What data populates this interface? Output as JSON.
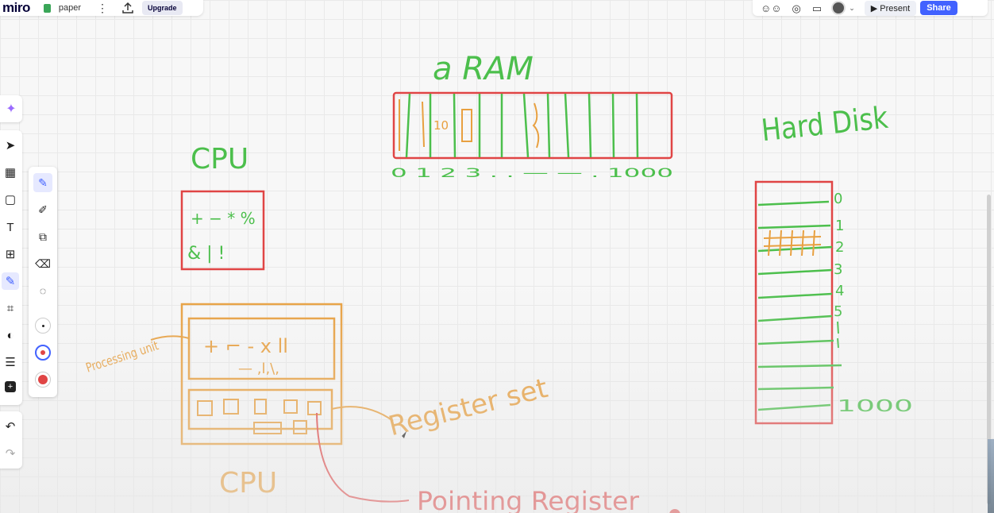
{
  "app": {
    "logo": "miro",
    "board_name": "paper",
    "upgrade_label": "Upgrade"
  },
  "header_right": {
    "icons": [
      "reactions-icon",
      "chat-icon",
      "video-icon",
      "avatar"
    ],
    "present_label": "Present",
    "share_label": "Share",
    "present_prefix": "▶"
  },
  "toolbar": {
    "tools": [
      "select-icon",
      "templates-icon",
      "sticky-note-icon",
      "text-icon",
      "shapes-icon",
      "pen-icon",
      "frame-icon",
      "apps-icon",
      "comment-icon",
      "more-icon"
    ],
    "active_tool": "pen-icon"
  },
  "pen_palette": {
    "tools": [
      "pen-icon",
      "highlighter-icon",
      "smart-drawing-icon",
      "eraser-icon",
      "lasso-icon"
    ],
    "colors": [
      "#222222",
      "#4262ff",
      "#e0402f"
    ],
    "selected_color": "#4262ff"
  },
  "canvas_text": {
    "ram_title": "a RAM",
    "ram_index_start": "0 1 2 3 . . — — . 1000",
    "ram_cell_value": "10",
    "cpu_title_top": "CPU",
    "cpu_ops_line1": "+ − * %",
    "cpu_ops_line2": "& | !",
    "processing_label": "Processing unit",
    "register_label": "Register set",
    "pointing_register_label": "Pointing Register",
    "cpu_title_bottom": "CPU",
    "disk_title": "Hard Disk",
    "disk_index": [
      "0",
      "1",
      "2",
      "3",
      "4",
      "5",
      "1000"
    ]
  },
  "colors": {
    "green_ink": "#4cbf4c",
    "orange_ink": "#e8a040",
    "red_ink": "#e04545",
    "accent": "#4262ff"
  }
}
